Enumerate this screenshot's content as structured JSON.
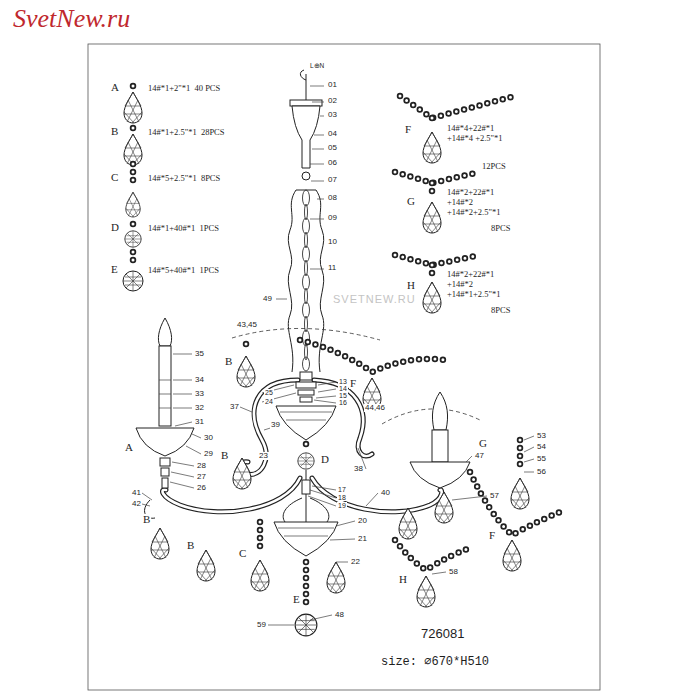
{
  "diagram": {
    "labels": [
      "SvetNew.ru",
      "A",
      "14#*1+2\"*1  40 PCS",
      "B",
      "14#*1+2.5\"*1  28PCS",
      "C",
      "14#*5+2.5\"*1  8PCS",
      "D",
      "14#*1+40#*1  1PCS",
      "E",
      "14#*5+40#*1  1PCS",
      "L⊕N",
      "01",
      "02",
      "03",
      "04",
      "05",
      "06",
      "07",
      "08",
      "09",
      "10",
      "11",
      "49",
      "43,45",
      "F",
      "14#*4+22#*1 +14#*4 +2.5\"*1",
      "12PCS",
      "G",
      "14#*2+22#*1 +14#*2 +14#*2+2.5\"*1",
      "8PCS",
      "H",
      "14#*2+22#*1 +14#*2 +14#*1+2.5\"*1",
      "8PCS",
      "SVETNEW.RU",
      "B",
      "F",
      "35",
      "34",
      "33",
      "32",
      "31",
      "37",
      "25",
      "24",
      "13",
      "14",
      "15",
      "16",
      "44,46",
      "53",
      "54",
      "55",
      "56",
      "30",
      "39",
      "B",
      "G",
      "A",
      "29",
      "23",
      "D",
      "47",
      "28",
      "38",
      "27",
      "26",
      "57",
      "41",
      "17",
      "18",
      "40",
      "42",
      "19",
      "B",
      "20",
      "F",
      "B",
      "C",
      "21",
      "22",
      "58",
      "H",
      "E",
      "48",
      "59",
      "726081",
      "size: ⌀670*H510"
    ]
  }
}
